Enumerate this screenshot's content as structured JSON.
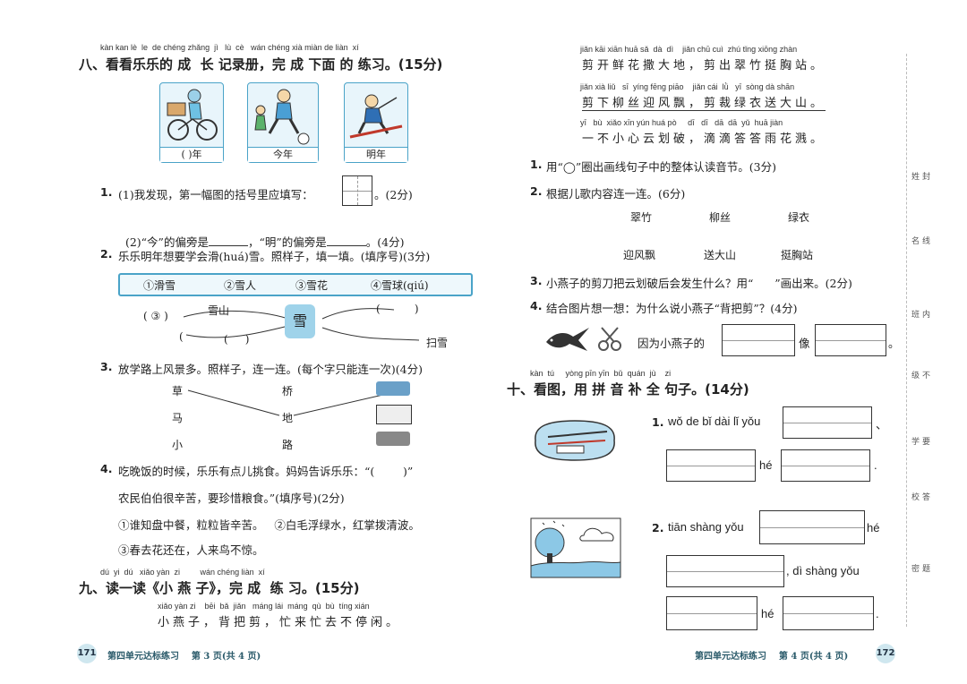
{
  "left": {
    "sec8": {
      "pinyin": "kàn kan lè  le  de chéng zhǎng  jì   lù  cè   wán chéng xià miàn de liàn  xí",
      "title": "八、看看乐乐的 成  长 记录册，完 成 下面 的 练习。(15分)",
      "pics": [
        {
          "label": "(    )年",
          "icon": "boy-on-bike"
        },
        {
          "label": "今年",
          "icon": "boy-playing-ball"
        },
        {
          "label": "明年",
          "icon": "boy-skiing"
        }
      ],
      "q1a": "(1)我发现，第一幅图的括号里应填写：",
      "q1a_tail": "。(2分)",
      "q1b_1": "(2)“今”的偏旁是",
      "q1b_2": "，“明”的偏旁是",
      "q1b_3": "。(4分)",
      "q2": "乐乐明年想要学会滑(huá)雪。照样子，填一填。(填序号)(3分)",
      "options": [
        "①滑雪",
        "②雪人",
        "③雪花",
        "④雪球(qiú)"
      ],
      "web": {
        "center": "雪",
        "left_top_ans": "( ③ )",
        "left_top_word": "雪山",
        "left_mid": "(",
        "left_mid2": "(     )",
        "right_top": "(          )",
        "right_bottom": "扫雪"
      },
      "q3": "放学路上风景多。照样子，连一连。(每个字只能连一次)(4分)",
      "match_left": [
        "草",
        "马",
        "小"
      ],
      "match_right": [
        "桥",
        "地",
        "路"
      ],
      "q4a": "吃晚饭的时候，乐乐有点儿挑食。妈妈告诉乐乐：“(        )”",
      "q4b": "农民伯伯很辛苦，要珍惜粮食。”(填序号)(2分)",
      "q4c": "①谁知盘中餐，粒粒皆辛苦。   ②白毛浮绿水，红掌拨清波。",
      "q4d": "③春去花还在，人来鸟不惊。",
      "nums": [
        "1.",
        "2.",
        "3.",
        "4."
      ]
    },
    "sec9": {
      "pinyin": "dú  yi  dú   xiǎo yàn  zi         wán chéng liàn  xí",
      "title": "九、读一读《小 燕 子》，完 成  练 习。(15分)",
      "line_py": "xiǎo yàn zi    bēi  bǎ  jiǎn   máng lái  máng  qù  bù  tíng xián",
      "line": "小燕子，背把剪，忙来忙去不停闲。"
    },
    "footer": {
      "page": "171",
      "text": "第四单元达标练习    第 3 页(共 4 页)"
    }
  },
  "right": {
    "poem": [
      {
        "py": "jiǎn kāi xiān huā sǎ  dà  dì    jiǎn chū cuì  zhú tǐng xiōng zhàn",
        "cn": "剪开鲜花撒大地，剪出翠竹挺胸站。"
      },
      {
        "py": "jiǎn xià liǔ   sī  yíng fēng piāo    jiǎn cái  lǜ   yī  sòng dà shān",
        "cn": "剪下柳丝迎风飘，剪裁绿衣送大山。"
      },
      {
        "py": "yī   bù  xiǎo xīn yún huá pò     dī   dī   dā  dā  yǔ  huā jiàn",
        "cn": "一不小心云划破，滴滴答答雨花溅。"
      }
    ],
    "q1": "用“◯”圈出画线句子中的整体认读音节。(3分)",
    "q2": "根据儿歌内容连一连。(6分)",
    "q2_top": [
      "翠竹",
      "柳丝",
      "绿衣"
    ],
    "q2_bottom": [
      "迎风飘",
      "送大山",
      "挺胸站"
    ],
    "q3": "小燕子的剪刀把云划破后会发生什么？用“      ”画出来。(2分)",
    "q4": "结合图片想一想：为什么说小燕子“背把剪”？(4分)",
    "q4_ans1": "因为小燕子的",
    "q4_ans2": "像",
    "q4_ans3": "。",
    "nums": [
      "1.",
      "2.",
      "3.",
      "4."
    ],
    "sec10": {
      "pinyin": "kàn  tú     yòng pīn yīn  bǔ  quán  jù    zi",
      "title": "十、看图，用 拼 音 补 全 句子。(14分)",
      "items": [
        {
          "num": "1.",
          "text": "wǒ de bǐ dài lǐ yǒu",
          "mid": "hé",
          "sep": "、",
          "end": ".",
          "pic": "pencil-case"
        },
        {
          "num": "2.",
          "text": "tiān shàng yǒu",
          "hé": "hé",
          "mid": ", dì shàng yǒu",
          "mid2": "hé",
          "end": ".",
          "pic": "landscape"
        }
      ]
    },
    "footer": {
      "page": "172",
      "text": "第四单元达标练习    第 4 页(共 4 页)"
    }
  },
  "side_labels": [
    "姓",
    "名",
    "班",
    "级",
    "学",
    "校",
    "密",
    "封",
    "线",
    "内",
    "不",
    "要",
    "答",
    "题"
  ],
  "colors": {
    "accent": "#4aa3c8",
    "footer": "#2a5a6a"
  }
}
